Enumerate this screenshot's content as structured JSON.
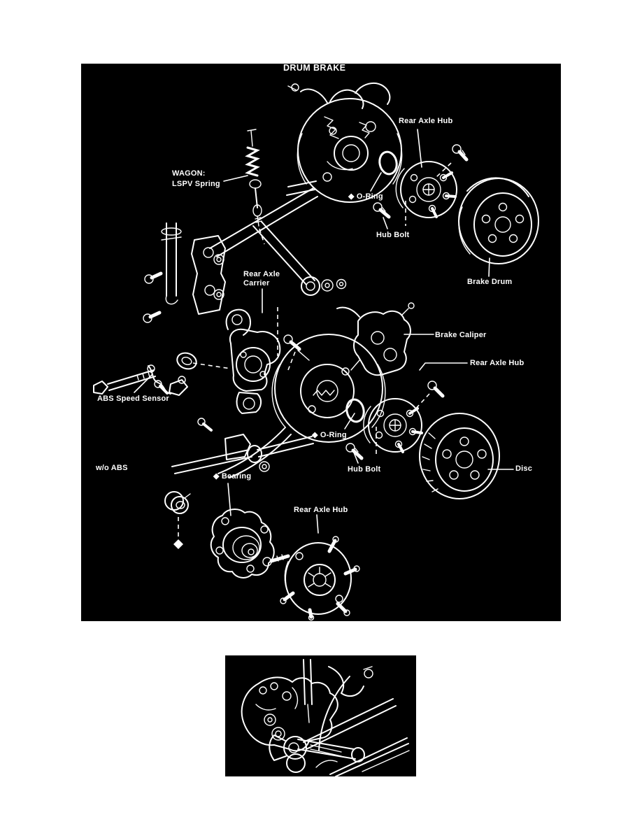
{
  "colors": {
    "page_background": "#ffffff",
    "diagram_background": "#000000",
    "line_art": "#ffffff"
  },
  "main_diagram": {
    "title": "DRUM BRAKE",
    "section_label": "w/o ABS",
    "labels": {
      "rear_axle_hub_top": "Rear Axle Hub",
      "wagon_lspv_line1": "WAGON:",
      "wagon_lspv_line2": "LSPV Spring",
      "o_ring_top": "◆ O-Ring",
      "hub_bolt_top": "Hub Bolt",
      "brake_drum": "Brake Drum",
      "rear_axle_carrier_line1": "Rear Axle",
      "rear_axle_carrier_line2": "Carrier",
      "brake_caliper": "Brake Caliper",
      "rear_axle_hub_middle": "Rear Axle Hub",
      "abs_speed_sensor": "ABS Speed Sensor",
      "o_ring_middle": "◆ O-Ring",
      "hub_bolt_middle": "Hub Bolt",
      "disc": "Disc",
      "bearing": "◆ Bearing",
      "rear_axle_hub_bottom": "Rear Axle Hub"
    }
  }
}
